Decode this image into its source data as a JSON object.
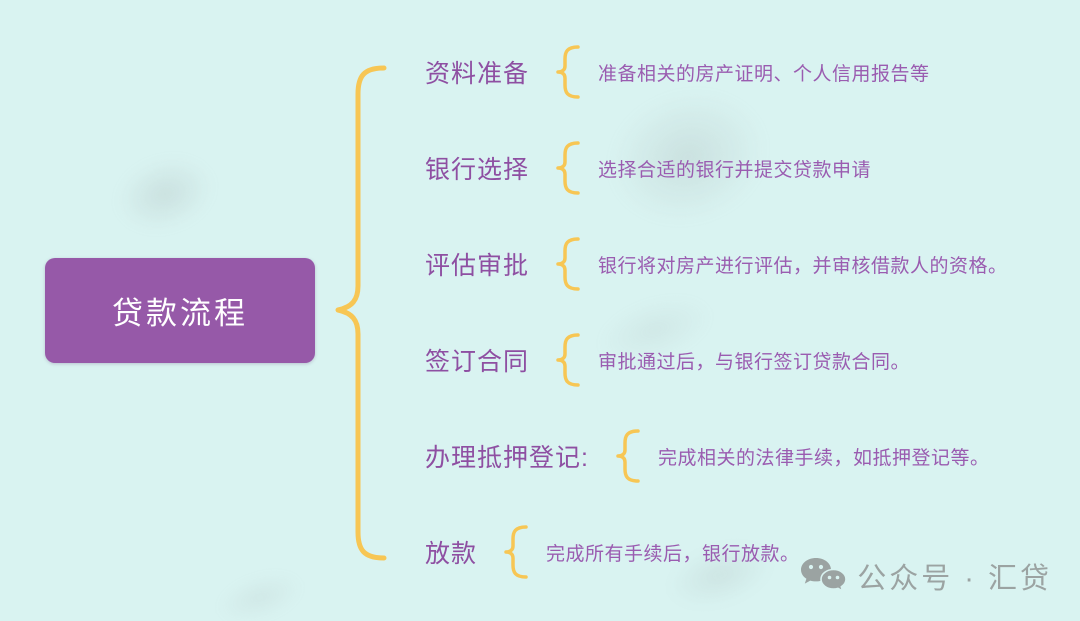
{
  "background_color": "#d9f3f1",
  "root": {
    "label": "贷款流程",
    "fill_color": "#9659a8",
    "text_color": "#ffffff"
  },
  "connector": {
    "type": "curly-brace",
    "color": "#f7c654"
  },
  "branches": [
    {
      "title": "资料准备",
      "desc": "准备相关的房产证明、个人信用报告等"
    },
    {
      "title": "银行选择",
      "desc": "选择合适的银行并提交贷款申请"
    },
    {
      "title": "评估审批",
      "desc": "银行将对房产进行评估，并审核借款人的资格。"
    },
    {
      "title": "签订合同",
      "desc": "审批通过后，与银行签订贷款合同。"
    },
    {
      "title": "办理抵押登记:",
      "desc": "完成相关的法律手续，如抵押登记等。"
    },
    {
      "title": "放款",
      "desc": "完成所有手续后，银行放款。"
    }
  ],
  "text_colors": {
    "branch_title": "#8e4fa2",
    "branch_desc": "#9a5cb0"
  },
  "watermark": {
    "icon": "wechat-icon",
    "label": "公众号 · 汇贷",
    "color": "#9ba3a2"
  }
}
